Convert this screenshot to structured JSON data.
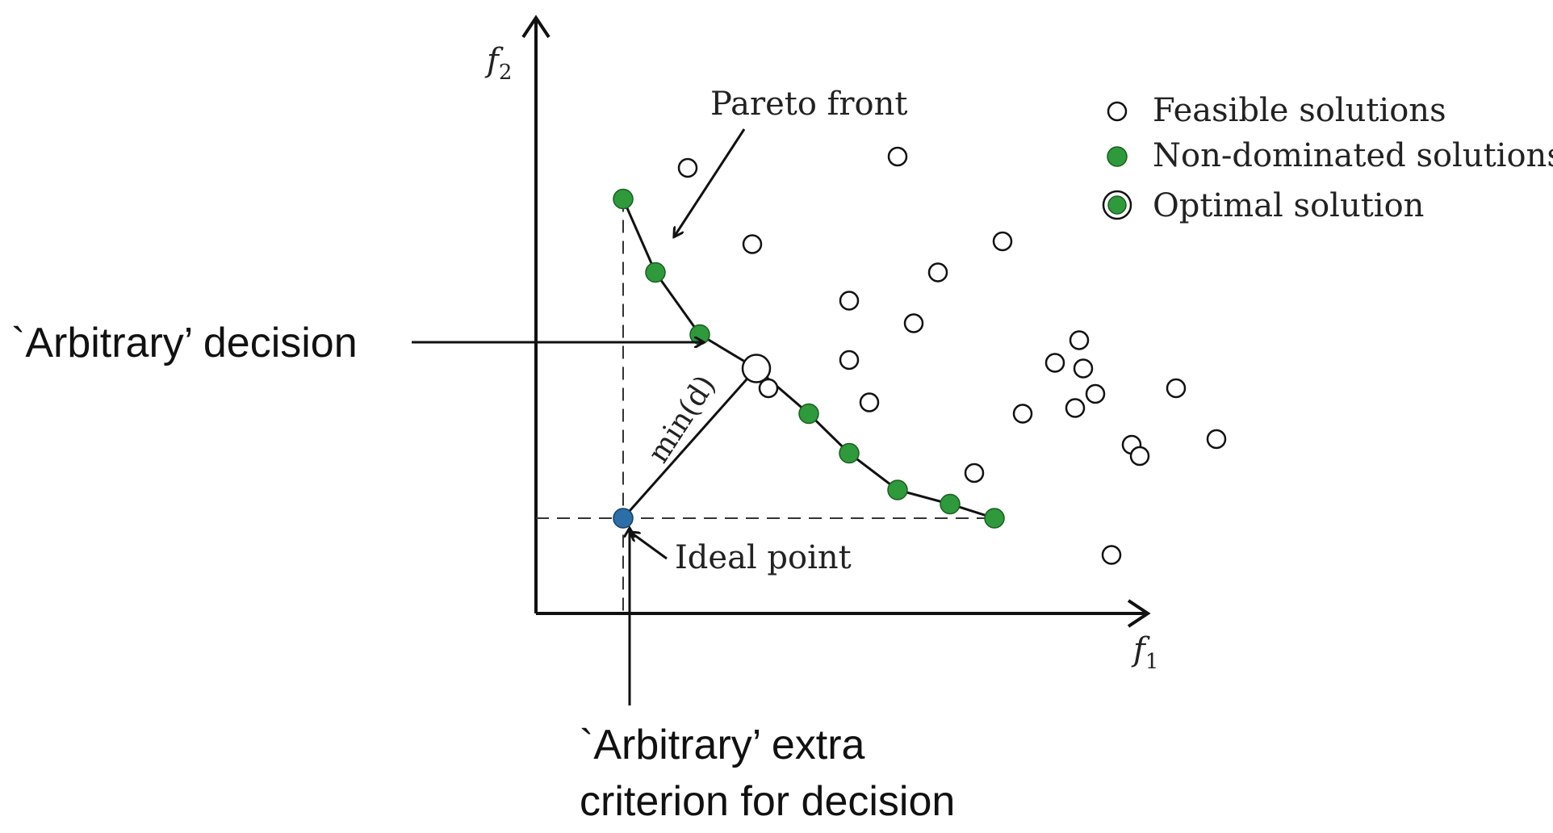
{
  "axes": {
    "x_label": "f",
    "x_subscript": "1",
    "y_label": "f",
    "y_subscript": "2"
  },
  "labels": {
    "pareto_front": "Pareto front",
    "ideal_point": "Ideal point",
    "min_d": "min(d)",
    "arbitrary_decision": "`Arbitrary’ decision",
    "arbitrary_extra_line1": "`Arbitrary’ extra",
    "arbitrary_extra_line2": "criterion for decision"
  },
  "legend": {
    "feasible": "Feasible solutions",
    "non_dominated": "Non-dominated solutions",
    "optimal": "Optimal solution"
  },
  "colors": {
    "green": "#2e9a3b",
    "blue": "#2c6fa8",
    "ink": "#111111",
    "dash": "#333333"
  },
  "chart_data": {
    "type": "scatter",
    "series": [
      {
        "name": "Feasible solutions",
        "points": [
          [
            0.8,
            7.95
          ],
          [
            1.6,
            6.6
          ],
          [
            3.4,
            8.15
          ],
          [
            1.8,
            4.05
          ],
          [
            2.8,
            5.6
          ],
          [
            2.8,
            4.55
          ],
          [
            3.6,
            5.2
          ],
          [
            3.05,
            3.8
          ],
          [
            3.9,
            6.1
          ],
          [
            4.35,
            2.55
          ],
          [
            4.7,
            6.65
          ],
          [
            4.95,
            3.6
          ],
          [
            5.35,
            4.5
          ],
          [
            5.6,
            3.7
          ],
          [
            5.65,
            4.9
          ],
          [
            5.7,
            4.4
          ],
          [
            5.85,
            3.95
          ],
          [
            6.3,
            3.05
          ],
          [
            6.85,
            4.05
          ],
          [
            7.35,
            3.15
          ],
          [
            6.05,
            1.1
          ],
          [
            6.4,
            2.85
          ]
        ]
      },
      {
        "name": "Non-dominated solutions",
        "points": [
          [
            0.0,
            7.4
          ],
          [
            0.4,
            6.1
          ],
          [
            0.95,
            5.0
          ],
          [
            1.65,
            4.4
          ],
          [
            2.3,
            3.6
          ],
          [
            2.8,
            2.9
          ],
          [
            3.4,
            2.25
          ],
          [
            4.05,
            2.0
          ],
          [
            4.6,
            1.75
          ]
        ]
      },
      {
        "name": "Optimal solution",
        "points": [
          [
            1.65,
            4.4
          ]
        ]
      }
    ],
    "ideal_point": [
      0.0,
      1.75
    ]
  }
}
